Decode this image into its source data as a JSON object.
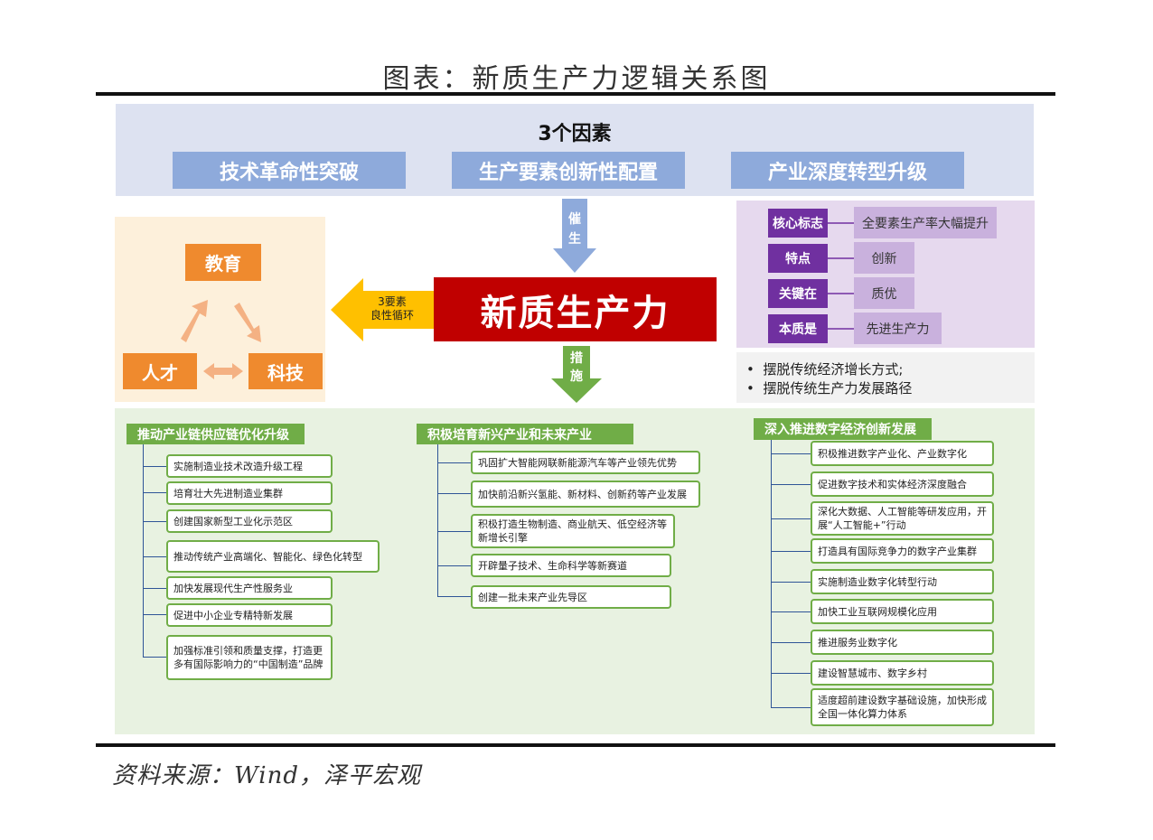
{
  "header": {
    "title": "图表：新质生产力逻辑关系图"
  },
  "factors": {
    "title": "3个因素",
    "items": [
      "技术革命性突破",
      "生产要素创新性配置",
      "产业深度转型升级"
    ]
  },
  "cycle": {
    "education": "教育",
    "talent": "人才",
    "technology": "科技"
  },
  "core": {
    "label": "新质生产力",
    "arrow_top": [
      "催",
      "生"
    ],
    "arrow_bottom": [
      "措",
      "施"
    ],
    "arrow_left": [
      "3要素",
      "良性循环"
    ]
  },
  "properties": [
    {
      "label": "核心标志",
      "value": "全要素生产率大幅提升"
    },
    {
      "label": "特点",
      "value": "创新"
    },
    {
      "label": "关键在",
      "value": "质优"
    },
    {
      "label": "本质是",
      "value": "先进生产力"
    }
  ],
  "bullets": [
    "摆脱传统经济增长方式;",
    "摆脱传统生产力发展路径"
  ],
  "measures": [
    {
      "heading": "推动产业链供应链优化升级",
      "items": [
        "实施制造业技术改造升级工程",
        "培育壮大先进制造业集群",
        "创建国家新型工业化示范区",
        "推动传统产业高端化、智能化、绿色化转型",
        "加快发展现代生产性服务业",
        "促进中小企业专精特新发展",
        "加强标准引领和质量支撑，打造更多有国际影响力的“中国制造”品牌"
      ]
    },
    {
      "heading": "积极培育新兴产业和未来产业",
      "items": [
        "巩固扩大智能网联新能源汽车等产业领先优势",
        "加快前沿新兴氢能、新材料、创新药等产业发展",
        "积极打造生物制造、商业航天、低空经济等新增长引擎",
        "开辟量子技术、生命科学等新赛道",
        "创建一批未来产业先导区"
      ]
    },
    {
      "heading": "深入推进数字经济创新发展",
      "items": [
        "积极推进数字产业化、产业数字化",
        "促进数字技术和实体经济深度融合",
        "深化大数据、人工智能等研发应用，开展“人工智能+”行动",
        "打造具有国际竞争力的数字产业集群",
        "实施制造业数字化转型行动",
        "加快工业互联网规模化应用",
        "推进服务业数字化",
        "建设智慧城市、数字乡村",
        "适度超前建设数字基础设施，加快形成全国一体化算力体系"
      ]
    }
  ],
  "source": "资料来源：Wind，泽平宏观"
}
